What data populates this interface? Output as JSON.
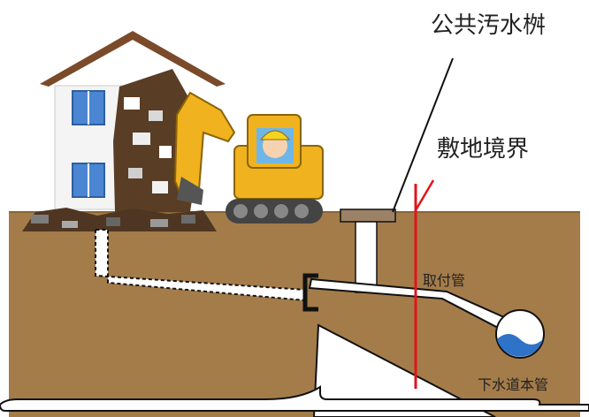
{
  "labels": {
    "public_sewer_basin": "公共汚水桝",
    "property_boundary": "敷地境界",
    "connection_pipe": "取付管",
    "main_sewer": "下水道本管"
  },
  "colors": {
    "soil": "#A47C4A",
    "soil_edge": "#8B6536",
    "boundary": "#E0151B",
    "excavator": "#F0B21E",
    "pipe": "#FFFFFF",
    "outline": "#111111",
    "water": "#2E73C8",
    "basin_lid": "#9B8266",
    "house_wall": "#F4F4F4",
    "roof": "#7A4A2A",
    "window": "#4A86D1"
  }
}
